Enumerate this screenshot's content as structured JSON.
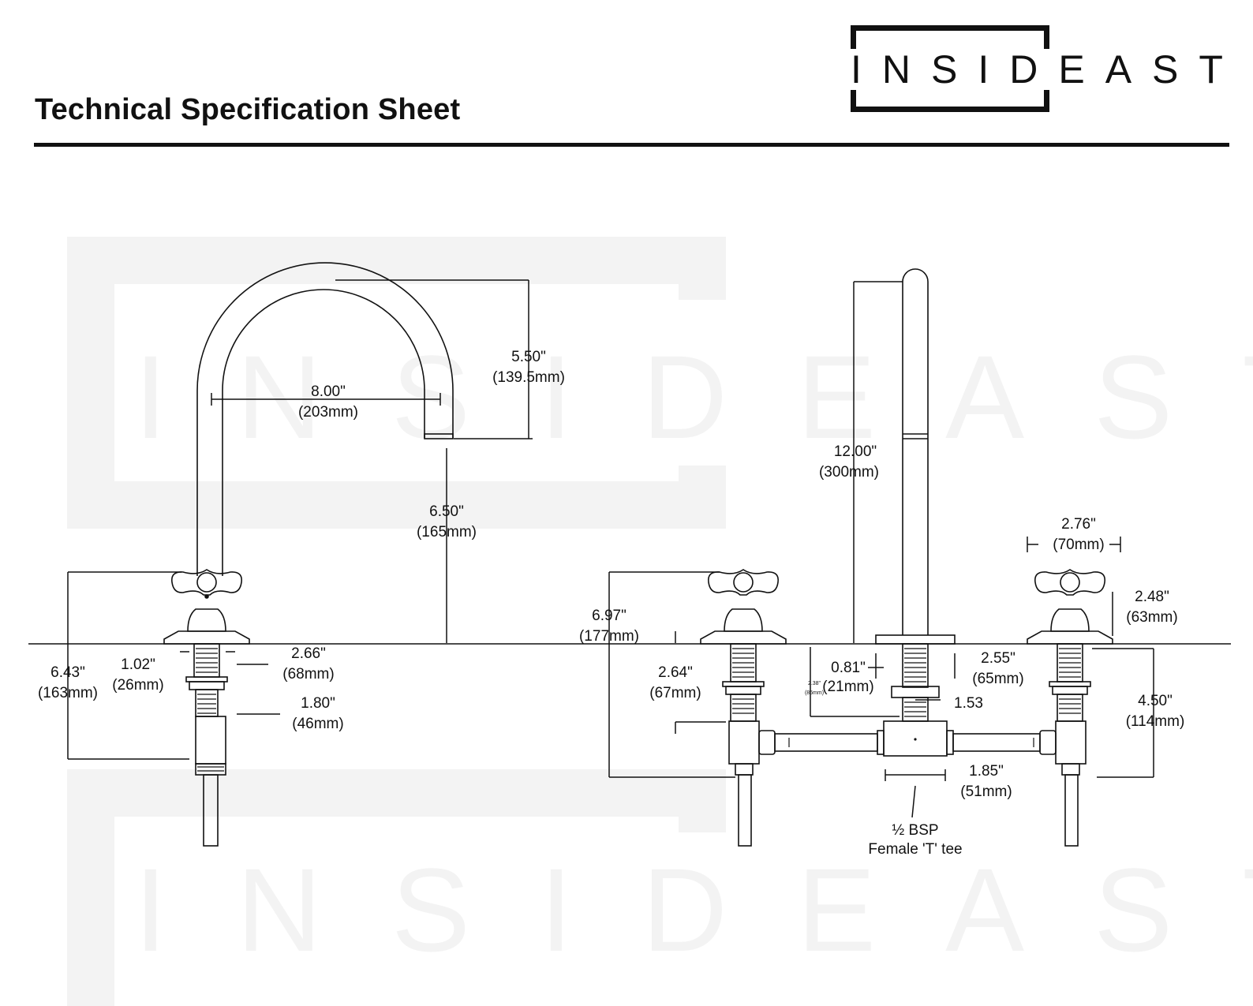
{
  "header": {
    "title": "Technical Specification Sheet",
    "brand": "INSIDEAST"
  },
  "watermark": {
    "text": "INSIDEAST"
  },
  "left_view": {
    "spout_reach": {
      "in": "8.00\"",
      "mm": "(203mm)"
    },
    "spout_height": {
      "in": "5.50\"",
      "mm": "(139.5mm)"
    },
    "spout_to_deck": {
      "in": "6.50\"",
      "mm": "(165mm)"
    },
    "handle_height": {
      "in": "6.43\"",
      "mm": "(163mm)"
    },
    "shank_dia": {
      "in": "1.02\"",
      "mm": "(26mm)"
    },
    "flange_dia": {
      "in": "2.66\"",
      "mm": "(68mm)"
    },
    "shank_len": {
      "in": "1.80\"",
      "mm": "(46mm)"
    }
  },
  "right_view": {
    "spout_height": {
      "in": "12.00\"",
      "mm": "(300mm)"
    },
    "handle_width": {
      "in": "2.76\"",
      "mm": "(70mm)"
    },
    "handle_height": {
      "in": "2.48\"",
      "mm": "(63mm)"
    },
    "overall_height": {
      "in": "6.97\"",
      "mm": "(177mm)"
    },
    "valve_depth": {
      "in": "2.64\"",
      "mm": "(67mm)"
    },
    "spout_base": {
      "in": "2.55\"",
      "mm": "(65mm)"
    },
    "spout_shank": {
      "in": "0.81\"",
      "mm": "(21mm)"
    },
    "spout_shank_small": {
      "in": "2.38\"",
      "mm": "(86mm)"
    },
    "tee_offset": {
      "value": "1.53"
    },
    "below_deck": {
      "in": "4.50\"",
      "mm": "(114mm)"
    },
    "tee_width": {
      "in": "1.85\"",
      "mm": "(51mm)"
    },
    "tee_label_1": "½  BSP",
    "tee_label_2": "Female 'T' tee"
  }
}
